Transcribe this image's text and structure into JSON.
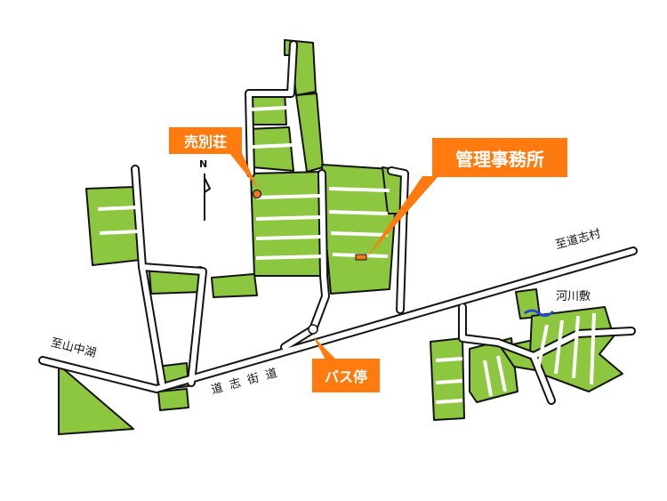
{
  "colors": {
    "lot": "#8dc63f",
    "outline": "#141414",
    "road": "#ffffff",
    "callout": "#ff7a0f",
    "marker_orange": "#f07818",
    "water": "#1e4bd0"
  },
  "labels": {
    "north": "N",
    "to_doshi": "至道志村",
    "to_yamanakako": "至山中湖",
    "kawara": "河川敷",
    "highway": "道志街道"
  },
  "callouts": {
    "for_sale": "売別荘",
    "office": "管理事務所",
    "bus_stop": "バス停"
  },
  "icons": {
    "compass": "north-arrow-icon",
    "bus_stop_marker": "circle-marker-icon",
    "for_sale_marker": "dot-marker-icon"
  }
}
